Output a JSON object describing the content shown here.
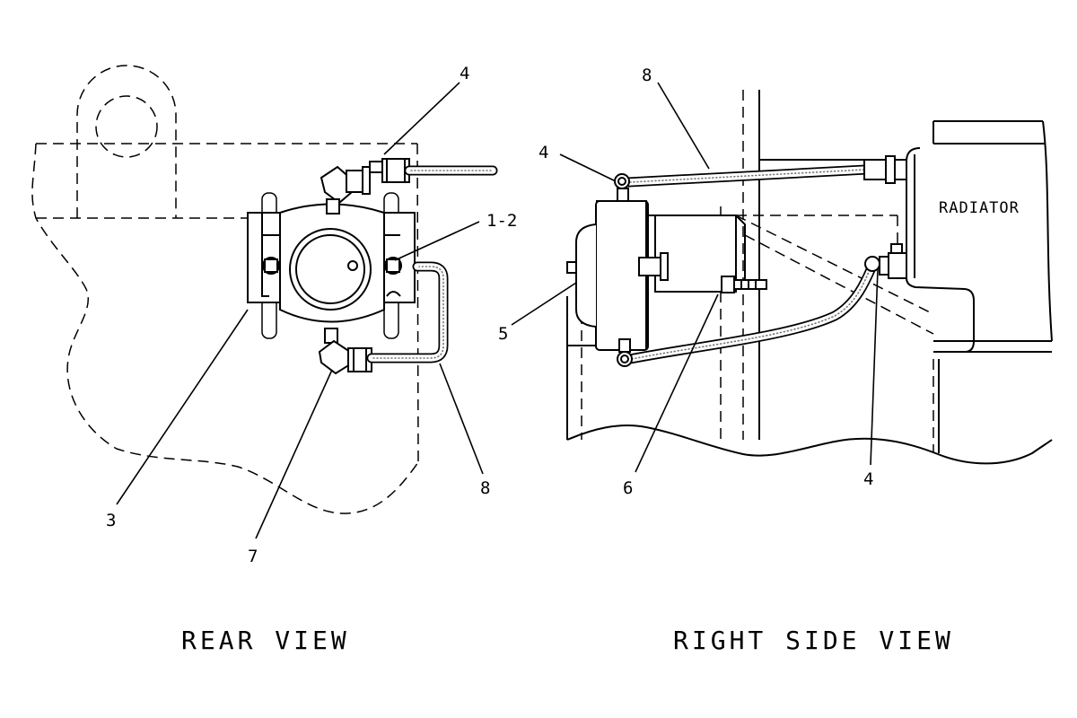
{
  "diagram": {
    "views": {
      "rear": "REAR VIEW",
      "right": "RIGHT SIDE VIEW"
    },
    "radiator_label": "RADIATOR",
    "callouts": {
      "rear_4": "4",
      "rear_1_2": "1-2",
      "rear_3": "3",
      "rear_7": "7",
      "rear_8": "8",
      "side_8": "8",
      "side_4_top": "4",
      "side_5": "5",
      "side_6": "6",
      "side_4_bottom": "4"
    }
  }
}
